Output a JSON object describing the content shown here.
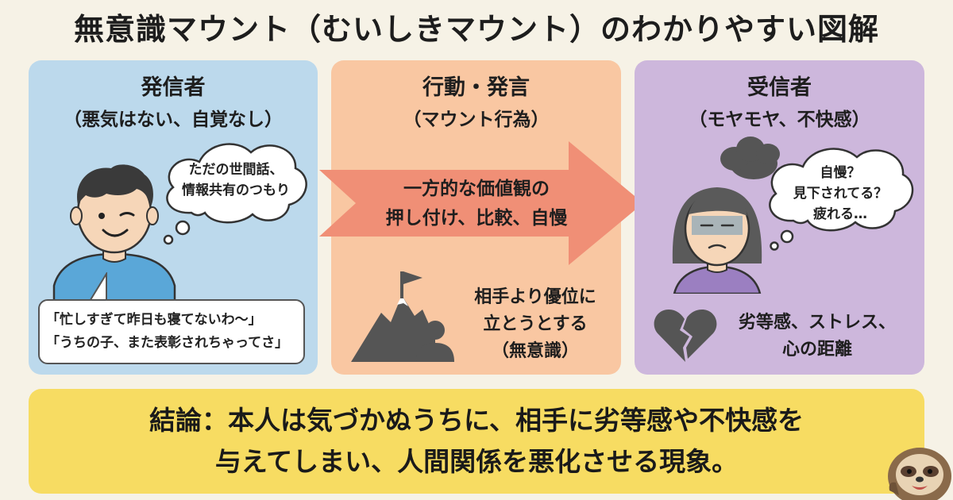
{
  "title": "無意識マウント（むいしきマウント）のわかりやすい図解",
  "sender": {
    "title": "発信者",
    "subtitle": "（悪気はない、自覚なし）",
    "thought_line1": "ただの世間話、",
    "thought_line2": "情報共有のつもり",
    "speech_line1": "「忙しすぎて昨日も寝てないわ～」",
    "speech_line2": "「うちの子、また表彰されちゃってさ」"
  },
  "action": {
    "title": "行動・発言",
    "subtitle": "（マウント行為）",
    "arrow_line1": "一方的な価値観の",
    "arrow_line2": "押し付け、比較、自慢",
    "note_line1": "相手より優位に",
    "note_line2": "立とうとする",
    "note_line3": "（無意識）"
  },
  "receiver": {
    "title": "受信者",
    "subtitle": "（モヤモヤ、不快感）",
    "thought_line1": "自慢？",
    "thought_line2": "見下されてる？",
    "thought_line3": "疲れる…",
    "note_line1": "劣等感、ストレス、",
    "note_line2": "心の距離"
  },
  "conclusion": {
    "line1": "結論：本人は気づかぬうちに、相手に劣等感や不快感を",
    "line2": "与えてしまい、人間関係を悪化させる現象。"
  },
  "icons": {
    "mountain": "mountain-flag-icon",
    "person": "person-icon",
    "heart": "broken-heart-icon",
    "cloud": "dark-cloud-icon",
    "mascot": "sloth-mascot"
  },
  "colors": {
    "sender_bg": "#bcd9ec",
    "action_bg": "#f9c7a2",
    "receiver_bg": "#cdb7dc",
    "arrow": "#f08f76",
    "conclusion_bg": "#f7dc62"
  }
}
